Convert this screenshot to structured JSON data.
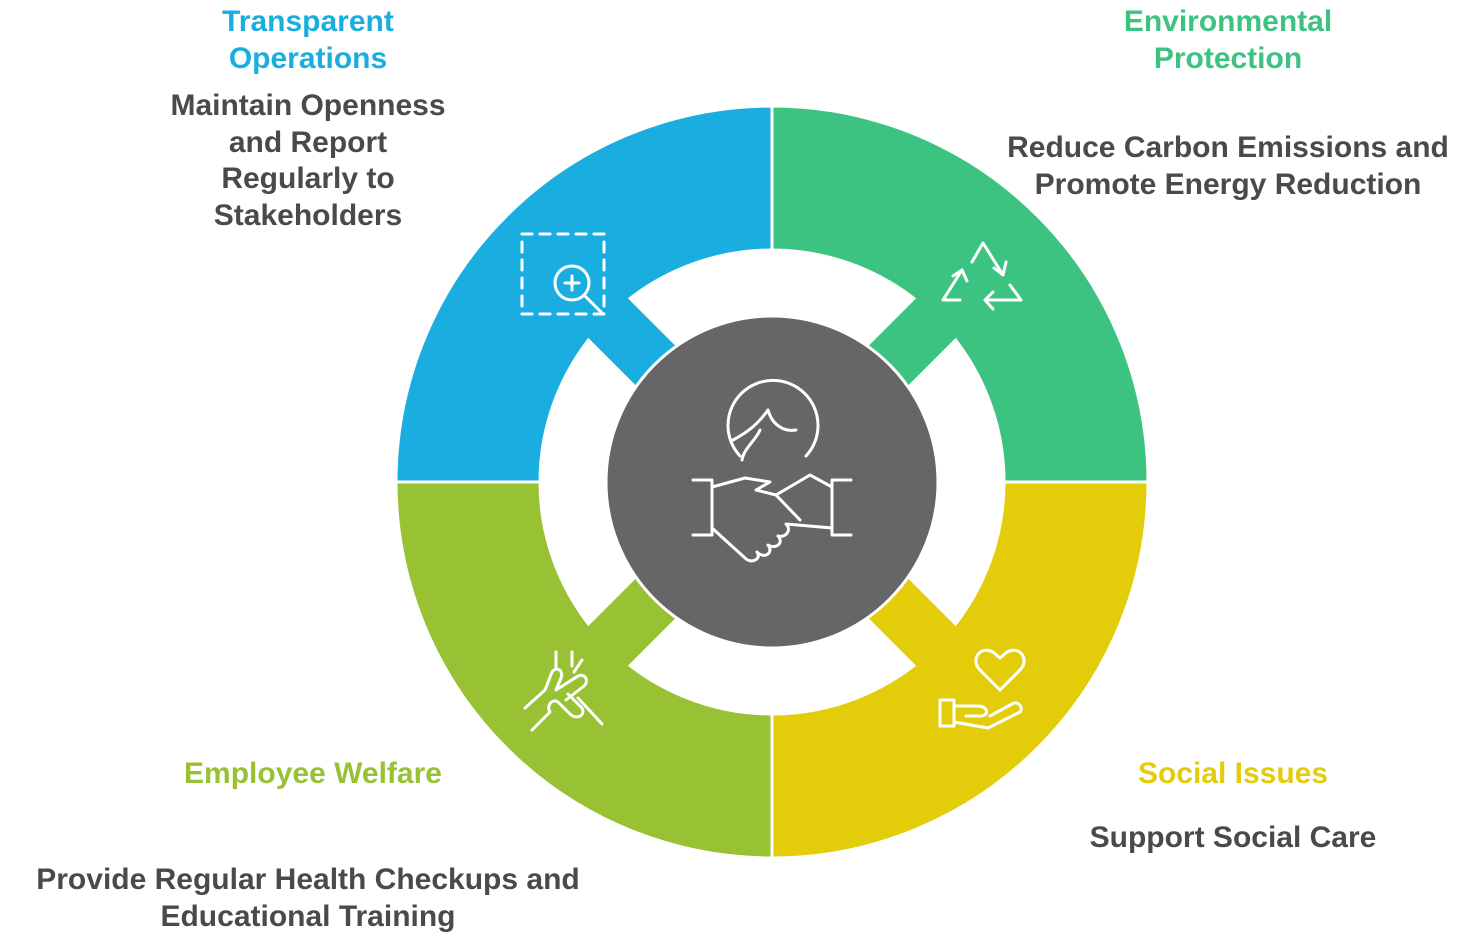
{
  "colors": {
    "transparent": "#1aaee0",
    "environmental": "#3dc381",
    "social": "#e3cd0b",
    "employee": "#98c134",
    "center": "#666666",
    "description_text": "#4a4a4a"
  },
  "center": {
    "icon": "globe-handshake-icon"
  },
  "segments": {
    "transparent": {
      "title": "Transparent Operations",
      "description": "Maintain Openness and Report Regularly to Stakeholders",
      "icon": "dashed-magnifier-plus-icon"
    },
    "environmental": {
      "title": "Environmental Protection",
      "description": "Reduce Carbon Emissions and Promote Energy Reduction",
      "icon": "recycle-icon"
    },
    "social": {
      "title": "Social Issues",
      "description": "Support Social Care",
      "icon": "hand-heart-icon"
    },
    "employee": {
      "title": "Employee Welfare",
      "description": "Provide Regular Health Checkups and Educational Training",
      "icon": "helping-hands-icon"
    }
  }
}
